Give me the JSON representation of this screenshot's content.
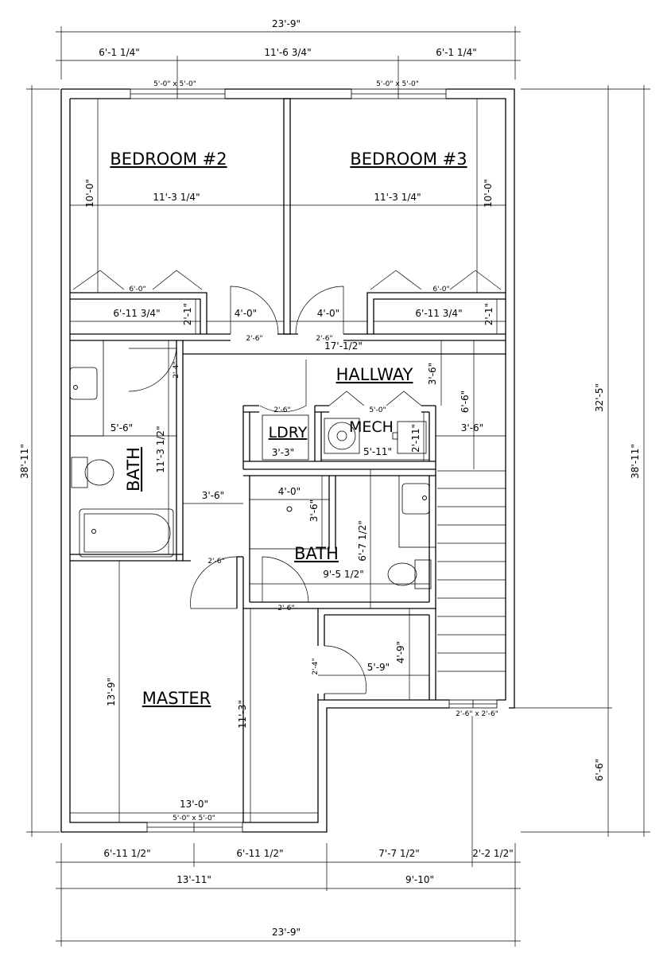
{
  "rooms": {
    "bedroom2": "BEDROOM #2",
    "bedroom3": "BEDROOM #3",
    "hallway": "HALLWAY",
    "bath_left": "BATH",
    "laundry": "LDRY",
    "mech": "MECH",
    "bath_center": "BATH",
    "master": "MASTER"
  },
  "dimensions": {
    "overall_width_top": "23'-9\"",
    "top_left_seg": "6'-1 1/4\"",
    "top_mid_seg": "11'-6 3/4\"",
    "top_right_seg": "6'-1 1/4\"",
    "overall_depth_left": "38'-11\"",
    "overall_depth_right": "38'-11\"",
    "right_depth_upper": "32'-5\"",
    "right_depth_lower": "6'-6\"",
    "bed2_height": "10'-0\"",
    "bed3_height": "10'-0\"",
    "bed2_width": "11'-3 1/4\"",
    "bed3_width": "11'-3 1/4\"",
    "closet_left_width": "6'-11 3/4\"",
    "closet_right_width": "6'-11 3/4\"",
    "closet_left_depth": "2'-1\"",
    "closet_right_depth": "2'-1\"",
    "closet_door_left": "6'-0\"",
    "closet_door_right": "6'-0\"",
    "door_bed2": "4'-0\"",
    "door_bed3": "4'-0\"",
    "door_bed2_swing": "2'-6\"",
    "door_bed3_swing": "2'-6\"",
    "hallway_length": "17'-1/2\"",
    "hallway_depth": "3'-6\"",
    "stair_run": "6'-6\"",
    "stair_width": "3'-6\"",
    "bath_left_vanity": "5'-6\"",
    "bath_left_length": "11'-3 1/2\"",
    "bath_left_door": "2'-4\"",
    "hall_width": "3'-6\"",
    "hall_door": "2'-6\"",
    "ldry_door": "2'-6\"",
    "ldry_width": "3'-3\"",
    "mech_door": "5'-0\"",
    "mech_width": "5'-11\"",
    "mech_depth": "2'-11\"",
    "bath_tub_width": "4'-0\"",
    "bath_tub_depth": "3'-6\"",
    "bath_center_depth": "6'-7 1/2\"",
    "bath_center_width": "9'-5 1/2\"",
    "master_door": "2'-6\"",
    "closet_master_door": "2'-4\"",
    "closet_master_width": "5'-9\"",
    "closet_master_depth": "4'-9\"",
    "master_depth": "13'-9\"",
    "master_inner_depth": "11'-3\"",
    "master_width": "13'-0\"",
    "bottom_seg1": "6'-11 1/2\"",
    "bottom_seg2": "6'-11 1/2\"",
    "bottom_seg3": "7'-7 1/2\"",
    "bottom_seg4": "2'-2 1/2\"",
    "bottom_left_total": "13'-11\"",
    "bottom_right_total": "9'-10\"",
    "overall_width_bottom": "23'-9\""
  },
  "windows": {
    "bed2": "5'-0\" x 5'-0\"",
    "bed3": "5'-0\" x 5'-0\"",
    "master": "5'-0\" x 5'-0\"",
    "stair": "2'-6\" x 2'-6\""
  }
}
